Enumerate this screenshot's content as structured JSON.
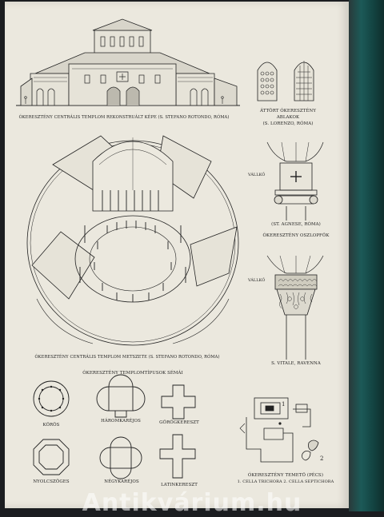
{
  "captions": {
    "basilica": "ÓKERESZTÉNY CENTRÁLIS TEMPLOM REKONSTRUÁLT KÉPE (S. STEFANO ROTONDO, RÓMA)",
    "windows_1": "ÁTTÖRT ÓKERESZTÉNY",
    "windows_2": "ABLAKOK",
    "windows_3": "(S. LORENZO, RÓMA)",
    "capital_1": "(ST. AGNESE, RÓMA)",
    "capital_2": "ÓKERESZTÉNY OSZLOPFŐK",
    "vallko_1": "VÁLLKŐ",
    "vallko_2": "VÁLLKŐ",
    "capital_3": "S. VITALE, RAVENNA",
    "section": "ÓKERESZTÉNY CENTRÁLIS TEMPLOM METSZETE (S. STEFANO ROTONDO, RÓMA)",
    "plans_title": "ÓKERESZTÉNY TEMPLOMTÍPUSOK SÉMÁI",
    "plan_koros": "KÖRÖS",
    "plan_harom": "HÁROMKARÉJOS",
    "plan_gorog": "GÖRÖGKERESZT",
    "plan_nyolc": "NYOLCSZÖGES",
    "plan_negy": "NÉGYKARÉJOS",
    "plan_latin": "LATINKERESZT",
    "cemetery_1": "ÓKERESZTÉNY TEMETŐ (PÉCS)",
    "cemetery_2": "1. CELLA TRICHORA 2. CELLA SEPTICHORA",
    "num_1": "1",
    "num_2": "2"
  },
  "watermark": "Antikvárium.hu"
}
